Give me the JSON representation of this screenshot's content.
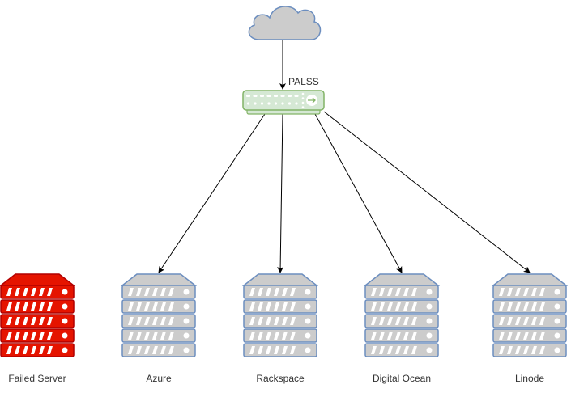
{
  "diagram": {
    "internet": {
      "icon": "cloud-icon",
      "fill": "#cccccc",
      "stroke": "#6c8ebf"
    },
    "balancer": {
      "label": "PALSS",
      "icon": "network-switch-icon",
      "fill": "#d5e8d4",
      "stroke": "#82b366"
    },
    "servers": [
      {
        "label": "Failed Server",
        "status": "failed",
        "fill": "#e51400",
        "stroke": "#b20000",
        "connected": false
      },
      {
        "label": "Azure",
        "status": "ok",
        "fill": "#cccccc",
        "stroke": "#6c8ebf",
        "connected": true
      },
      {
        "label": "Rackspace",
        "status": "ok",
        "fill": "#cccccc",
        "stroke": "#6c8ebf",
        "connected": true
      },
      {
        "label": "Digital Ocean",
        "status": "ok",
        "fill": "#cccccc",
        "stroke": "#6c8ebf",
        "connected": true
      },
      {
        "label": "Linode",
        "status": "ok",
        "fill": "#cccccc",
        "stroke": "#6c8ebf",
        "connected": true
      }
    ],
    "edge_color": "#000000"
  }
}
